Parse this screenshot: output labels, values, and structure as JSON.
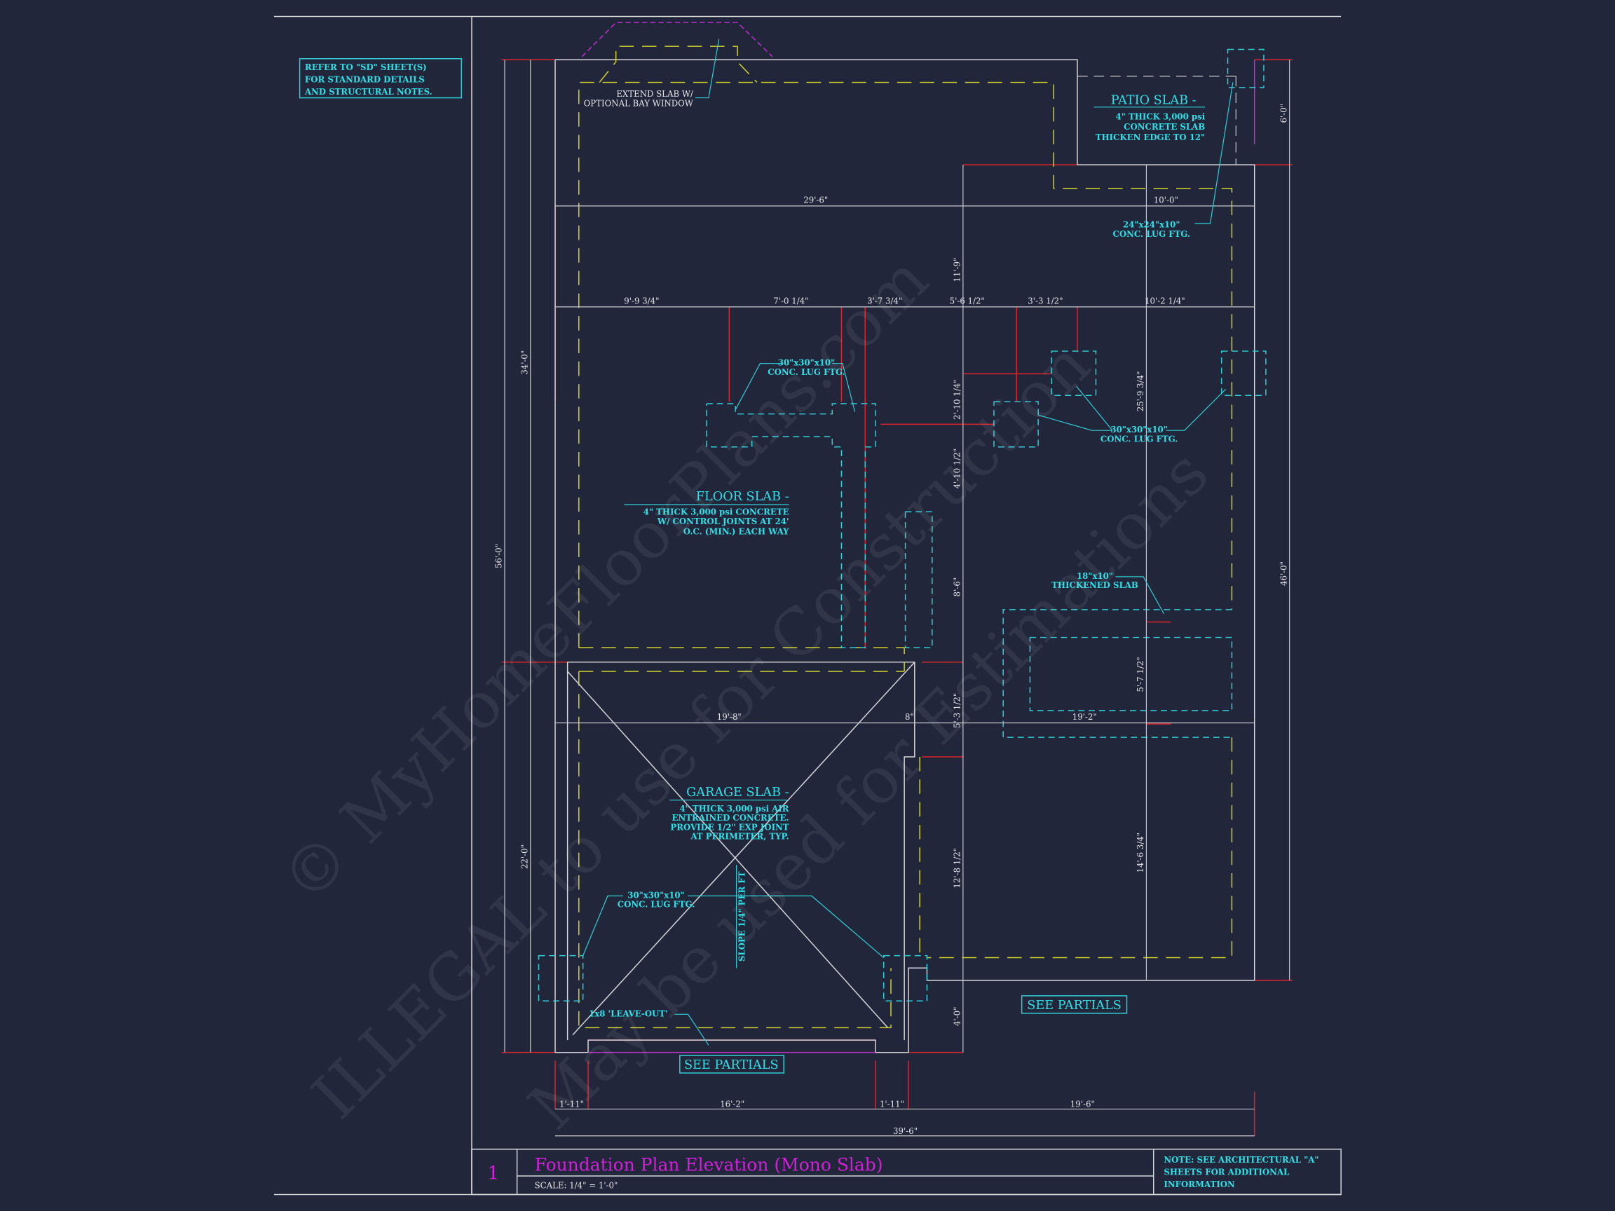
{
  "sheet": {
    "general_note": [
      "REFER TO \"SD\" SHEET(S)",
      "FOR STANDARD DETAILS",
      "AND STRUCTURAL NOTES."
    ],
    "title_block": {
      "number": "1",
      "title": "Foundation Plan Elevation (Mono Slab)",
      "scale": "SCALE: 1/4\" = 1'-0\"",
      "note": [
        "NOTE: SEE ARCHITECTURAL \"A\"",
        "SHEETS FOR ADDITIONAL",
        "INFORMATION"
      ]
    }
  },
  "notes": {
    "bay": [
      "EXTEND SLAB W/",
      "OPTIONAL BAY WINDOW"
    ],
    "patio": {
      "title": "PATIO SLAB -",
      "lines": [
        "4\" THICK 3,000 psi",
        "CONCRETE SLAB",
        "THICKEN EDGE TO 12\""
      ]
    },
    "lug24": [
      "24\"x24\"x10\"",
      "CONC. LUG FTG."
    ],
    "lug30a": [
      "30\"x30\"x10\"",
      "CONC. LUG FTG."
    ],
    "lug30b": [
      "30\"x30\"x10\"",
      "CONC. LUG FTG."
    ],
    "lug30c": [
      "30\"x30\"x10\"",
      "CONC. LUG FTG."
    ],
    "floor": {
      "title": "FLOOR SLAB -",
      "lines": [
        "4\" THICK 3,000 psi CONCRETE",
        "W/ CONTROL JOINTS AT 24'",
        "O.C. (MIN.) EACH WAY"
      ]
    },
    "thickened": [
      "18\"x10\"",
      "THICKENED SLAB"
    ],
    "garage": {
      "title": "GARAGE SLAB -",
      "lines": [
        "4\" THICK 3,000 psi AIR",
        "ENTRAINED CONCRETE.",
        "PROVIDE 1/2\" EXP JOINT",
        "AT PERIMETER, TYP."
      ]
    },
    "slope": "SLOPE 1/4\" PER FT",
    "leaveout": "1x8 'LEAVE-OUT'",
    "see_partials_1": "SEE PARTIALS",
    "see_partials_2": "SEE PARTIALS"
  },
  "dims": {
    "top_a": "29'-6\"",
    "top_b": "10'-0\"",
    "row": [
      "9'-9 3/4\"",
      "7'-0 1/4\"",
      "3'-7 3/4\"",
      "5'-6 1/2\"",
      "3'-3 1/2\"",
      "10'-2 1/4\""
    ],
    "left": [
      "34'-0\"",
      "56'-0\"",
      "22'-0\""
    ],
    "mid": [
      "11'-9\"",
      "2'-10 1/4\"",
      "4'-10 1/2\"",
      "8'-6\"",
      "5'-3 1/2\"",
      "12'-8 1/2\"",
      "4'-0\""
    ],
    "right": [
      "6'-0\"",
      "46'-0\""
    ],
    "inner": [
      "25'-9 3/4\"",
      "5'-7 1/2\"",
      "14'-6 3/4\""
    ],
    "garage_row": [
      "19'-8\"",
      "8\"",
      "19'-2\""
    ],
    "bottom": [
      "1'-11\"",
      "16'-2\"",
      "1'-11\"",
      "19'-6\""
    ],
    "overall": "39'-6\""
  },
  "watermark": [
    "© MyHomeFloorPlans.com",
    "ILLEGAL to use for Construction",
    "May be used for Estimations"
  ]
}
